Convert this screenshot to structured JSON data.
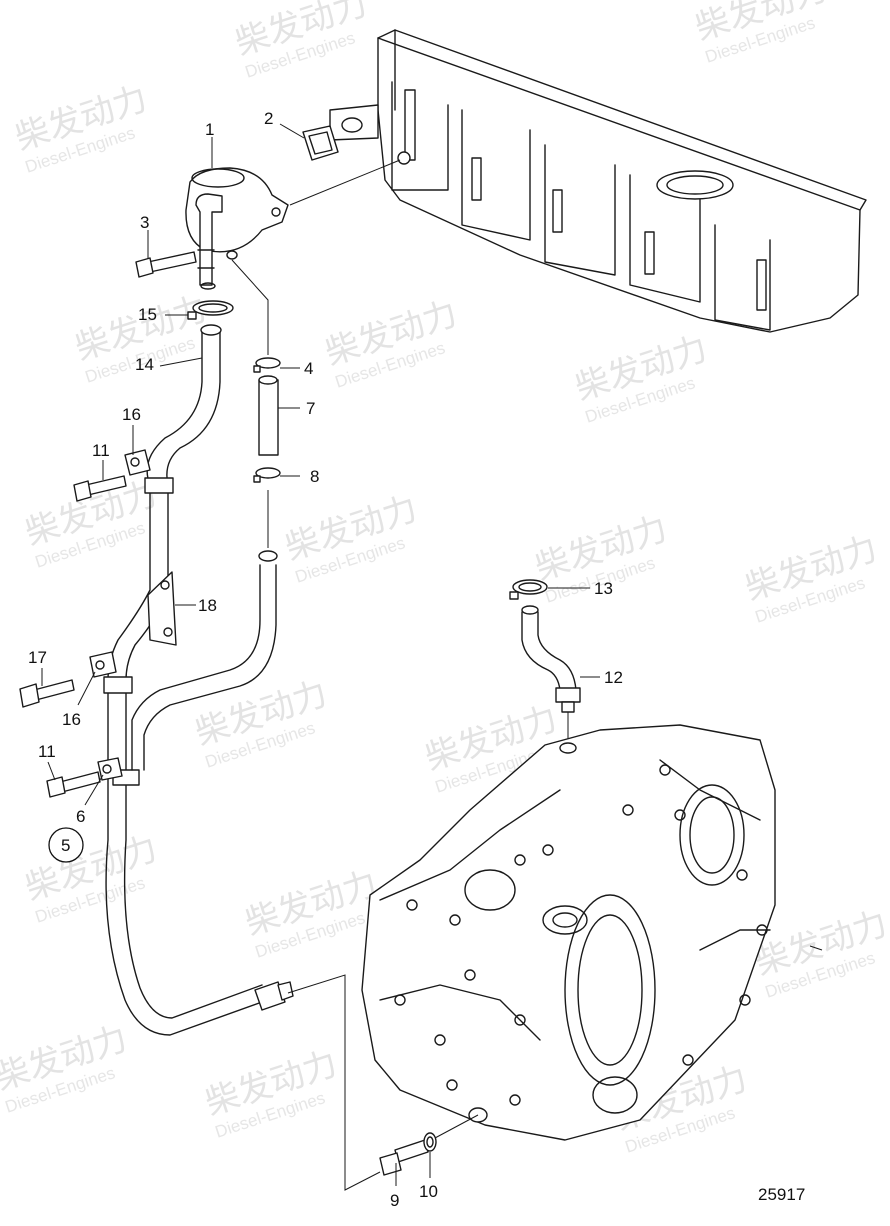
{
  "drawing_number": "25917",
  "watermark": {
    "cn": "柴发动力",
    "en": "Diesel-Engines"
  },
  "callouts": [
    {
      "id": "c1",
      "label": "1"
    },
    {
      "id": "c2",
      "label": "2"
    },
    {
      "id": "c3",
      "label": "3"
    },
    {
      "id": "c4",
      "label": "4"
    },
    {
      "id": "c5",
      "label": "5"
    },
    {
      "id": "c6",
      "label": "6"
    },
    {
      "id": "c7",
      "label": "7"
    },
    {
      "id": "c8",
      "label": "8"
    },
    {
      "id": "c9",
      "label": "9"
    },
    {
      "id": "c10",
      "label": "10"
    },
    {
      "id": "c11a",
      "label": "11"
    },
    {
      "id": "c11b",
      "label": "11"
    },
    {
      "id": "c12",
      "label": "12"
    },
    {
      "id": "c13",
      "label": "13"
    },
    {
      "id": "c14",
      "label": "14"
    },
    {
      "id": "c15",
      "label": "15"
    },
    {
      "id": "c16a",
      "label": "16"
    },
    {
      "id": "c16b",
      "label": "16"
    },
    {
      "id": "c17",
      "label": "17"
    },
    {
      "id": "c18",
      "label": "18"
    }
  ]
}
